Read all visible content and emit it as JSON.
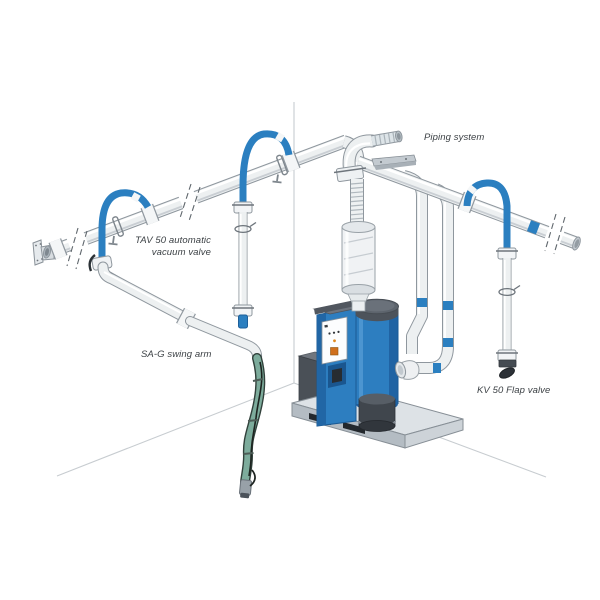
{
  "page": {
    "background": "#ffffff"
  },
  "diagram": {
    "labels": {
      "tav_valve_line1": "TAV 50 automatic",
      "tav_valve_line2": "vacuum valve",
      "piping_system": "Piping system",
      "swing_arm": "SA-G swing arm",
      "flap_valve": "KV 50 Flap valve"
    },
    "colors": {
      "pipe_blue": "#2b7fc0",
      "unit_blue": "#2d7ec0",
      "pipe_fill": "#edf0f1",
      "pipe_outline": "#8f979e",
      "hose_green": "#7dac9c",
      "metal_dark_gray": "#575d65",
      "wall_line": "#c7ccd0",
      "label_text": "#3c4145"
    }
  }
}
